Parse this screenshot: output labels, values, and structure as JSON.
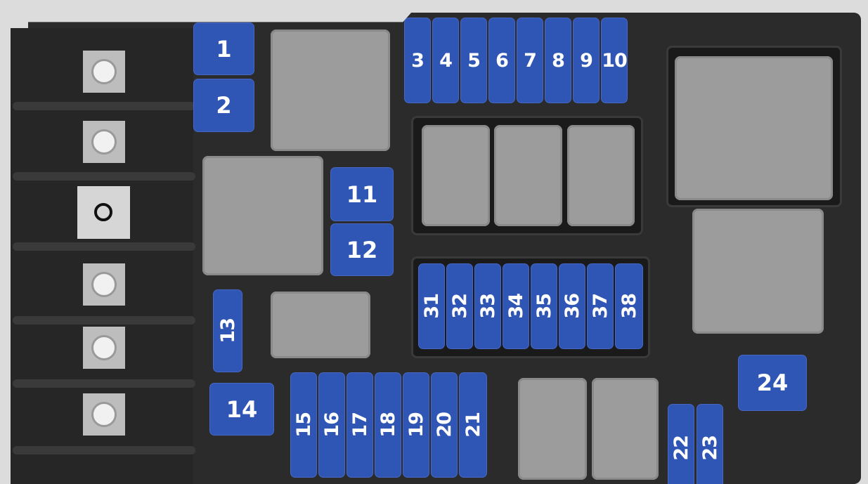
{
  "colors": {
    "fuse": "#2f55b5",
    "relay": "#9c9c9c",
    "housing": "#2b2b2b",
    "background": "#dcdcdc"
  },
  "fuses": [
    "1",
    "2",
    "3",
    "4",
    "5",
    "6",
    "7",
    "8",
    "9",
    "10",
    "11",
    "12",
    "13",
    "14",
    "15",
    "16",
    "17",
    "18",
    "19",
    "20",
    "21",
    "22",
    "23",
    "24",
    "31",
    "32",
    "33",
    "34",
    "35",
    "36",
    "37",
    "38"
  ]
}
